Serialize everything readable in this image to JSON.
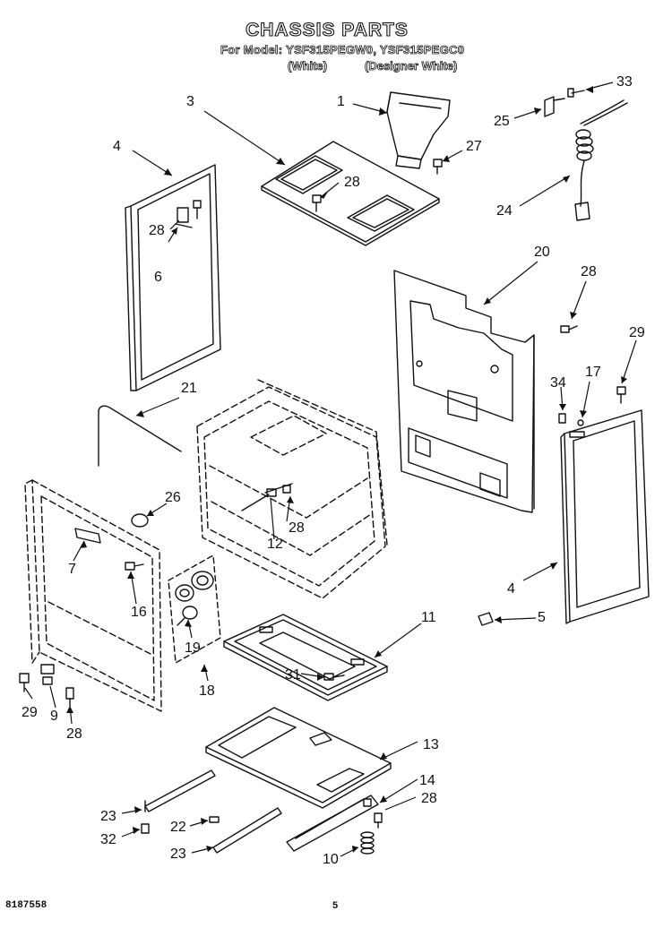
{
  "header": {
    "title": "CHASSIS PARTS",
    "model_line": "For Model: YSF315PEGW0, YSF315PEGC0",
    "variant_white": "(White)",
    "variant_designer": "(Designer White)"
  },
  "footer": {
    "doc_number": "8187558",
    "page_number": "5"
  },
  "callouts": [
    "1",
    "3",
    "4",
    "28",
    "6",
    "27",
    "28",
    "25",
    "33",
    "24",
    "20",
    "28",
    "29",
    "21",
    "34",
    "17",
    "26",
    "28",
    "12",
    "7",
    "16",
    "19",
    "18",
    "11",
    "31",
    "4",
    "5",
    "29",
    "9",
    "28",
    "13",
    "14",
    "28",
    "23",
    "22",
    "32",
    "23",
    "10"
  ]
}
